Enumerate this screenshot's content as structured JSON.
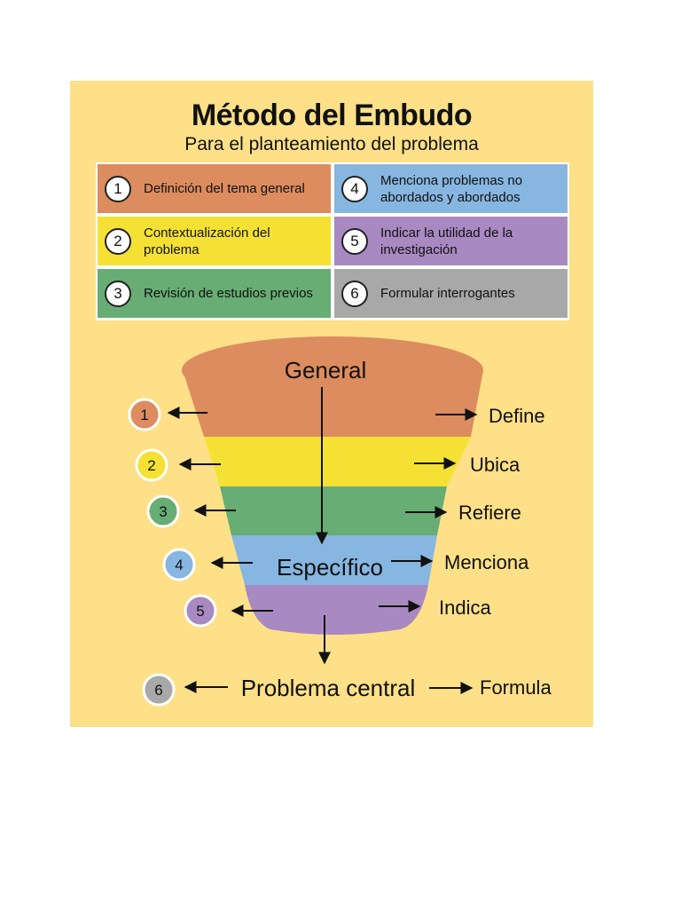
{
  "title": "Método del Embudo",
  "subtitle": "Para el planteamiento del problema",
  "legend": [
    {
      "num": "1",
      "text": "Definición del tema general",
      "color": "#dc8c5e"
    },
    {
      "num": "4",
      "text": "Menciona problemas no abordados y abordados",
      "color": "#87b6e0"
    },
    {
      "num": "2",
      "text": "Contextualización del problema",
      "color": "#f5e133"
    },
    {
      "num": "5",
      "text": "Indicar la utilidad de la investigación",
      "color": "#a889c2"
    },
    {
      "num": "3",
      "text": "Revisión de estudios previos",
      "color": "#67ad74"
    },
    {
      "num": "6",
      "text": "Formular interrogantes",
      "color": "#a8a8a8"
    }
  ],
  "funnel": {
    "top_label": "General",
    "mid_label": "Específico",
    "bottom_label": "Problema central",
    "rows": [
      {
        "num": "1",
        "action": "Define",
        "color": "#dc8c5e"
      },
      {
        "num": "2",
        "action": "Ubica",
        "color": "#f5e133"
      },
      {
        "num": "3",
        "action": "Refiere",
        "color": "#67ad74"
      },
      {
        "num": "4",
        "action": "Menciona",
        "color": "#87b6e0"
      },
      {
        "num": "5",
        "action": "Indica",
        "color": "#a889c2"
      }
    ],
    "bottom": {
      "num": "6",
      "action": "Formula",
      "color": "#a8a8a8"
    }
  }
}
